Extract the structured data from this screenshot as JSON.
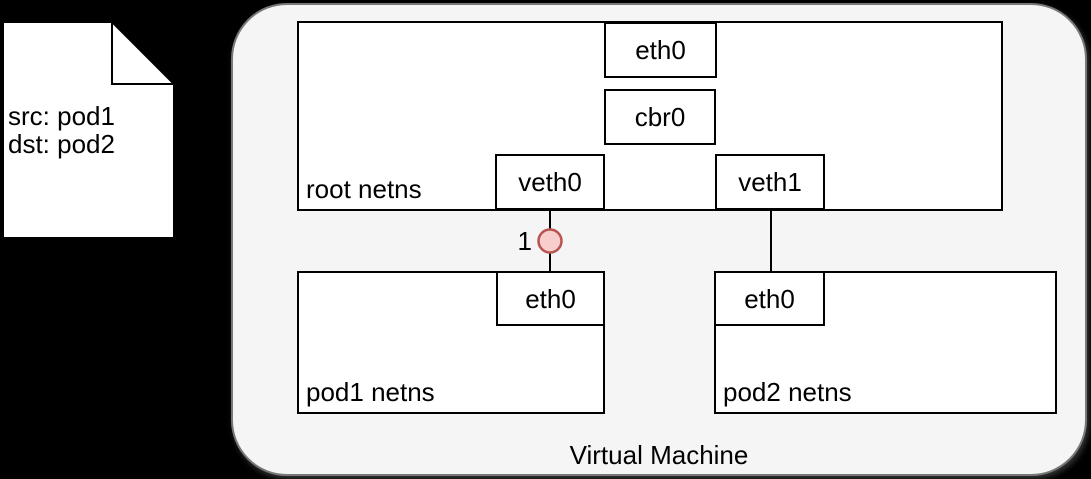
{
  "colors": {
    "background": "#000000",
    "vm_fill": "#f5f5f5",
    "vm_border": "#787878",
    "box_fill": "#ffffff",
    "box_border": "#000000",
    "note_fill": "#ffffff",
    "note_border": "#000000",
    "connector": "#000000",
    "marker_fill": "#f8cecc",
    "marker_stroke": "#b85450"
  },
  "packet_note": {
    "lines": [
      "src: pod1",
      "dst: pod2"
    ]
  },
  "vm": {
    "label": "Virtual Machine"
  },
  "root_netns": {
    "label": "root netns",
    "interfaces": {
      "eth0": "eth0",
      "cbr0": "cbr0",
      "veth0": "veth0",
      "veth1": "veth1"
    }
  },
  "pod1_netns": {
    "label": "pod1 netns",
    "interfaces": {
      "eth0": "eth0"
    }
  },
  "pod2_netns": {
    "label": "pod2 netns",
    "interfaces": {
      "eth0": "eth0"
    }
  },
  "marker": {
    "label": "1"
  }
}
